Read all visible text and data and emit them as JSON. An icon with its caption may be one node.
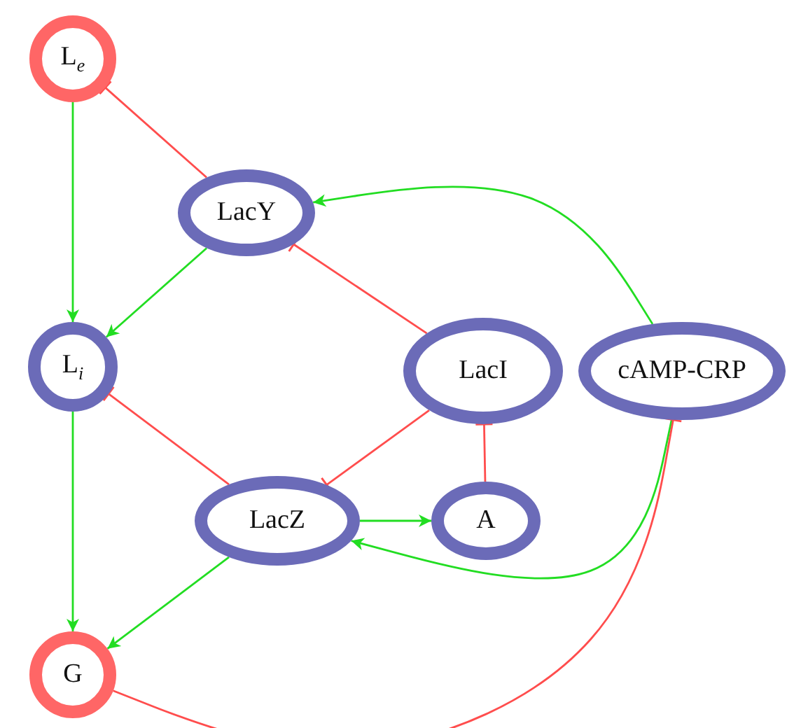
{
  "diagram": {
    "nodes": [
      {
        "text": [
          "L$_{e}$"
        ]
      },
      {
        "text": [
          "LacY"
        ]
      },
      {
        "text": [
          "L$_{i}$"
        ]
      },
      {
        "text": [
          "LacI"
        ]
      },
      {
        "text": [
          "cAMP-CRP"
        ]
      },
      {
        "text": [
          "LacZ"
        ]
      },
      {
        "text": [
          "A"
        ]
      },
      {
        "text": [
          "G"
        ]
      }
    ],
    "edges": [
      {
        "from": 1,
        "to": 0,
        "arrow": "other",
        "color": "#ff4d4d"
      },
      {
        "from": 0,
        "to": 2,
        "arrow": "to"
      },
      {
        "from": 1,
        "to": 2,
        "arrow": "to"
      },
      {
        "from": 3,
        "to": 1,
        "arrow": "other",
        "color": "#ff4d4d"
      },
      {
        "from": 4,
        "to": 1,
        "arrow": "to"
      },
      {
        "from": 5,
        "to": 2,
        "arrow": "other",
        "color": "#ff4d4d"
      },
      {
        "from": 3,
        "to": 5,
        "arrow": "other",
        "color": "#ff4d4d"
      },
      {
        "from": 6,
        "to": 3,
        "arrow": "other",
        "color": "#ff4d4d"
      },
      {
        "from": 5,
        "to": 6,
        "arrow": "to"
      },
      {
        "from": 4,
        "to": 5,
        "arrow": "to"
      },
      {
        "from": 2,
        "to": 7,
        "arrow": "to"
      },
      {
        "from": 5,
        "to": 7,
        "arrow": "to"
      },
      {
        "from": 7,
        "to": 4,
        "arrow": "other",
        "color": "#ff4d4d"
      }
    ]
  }
}
